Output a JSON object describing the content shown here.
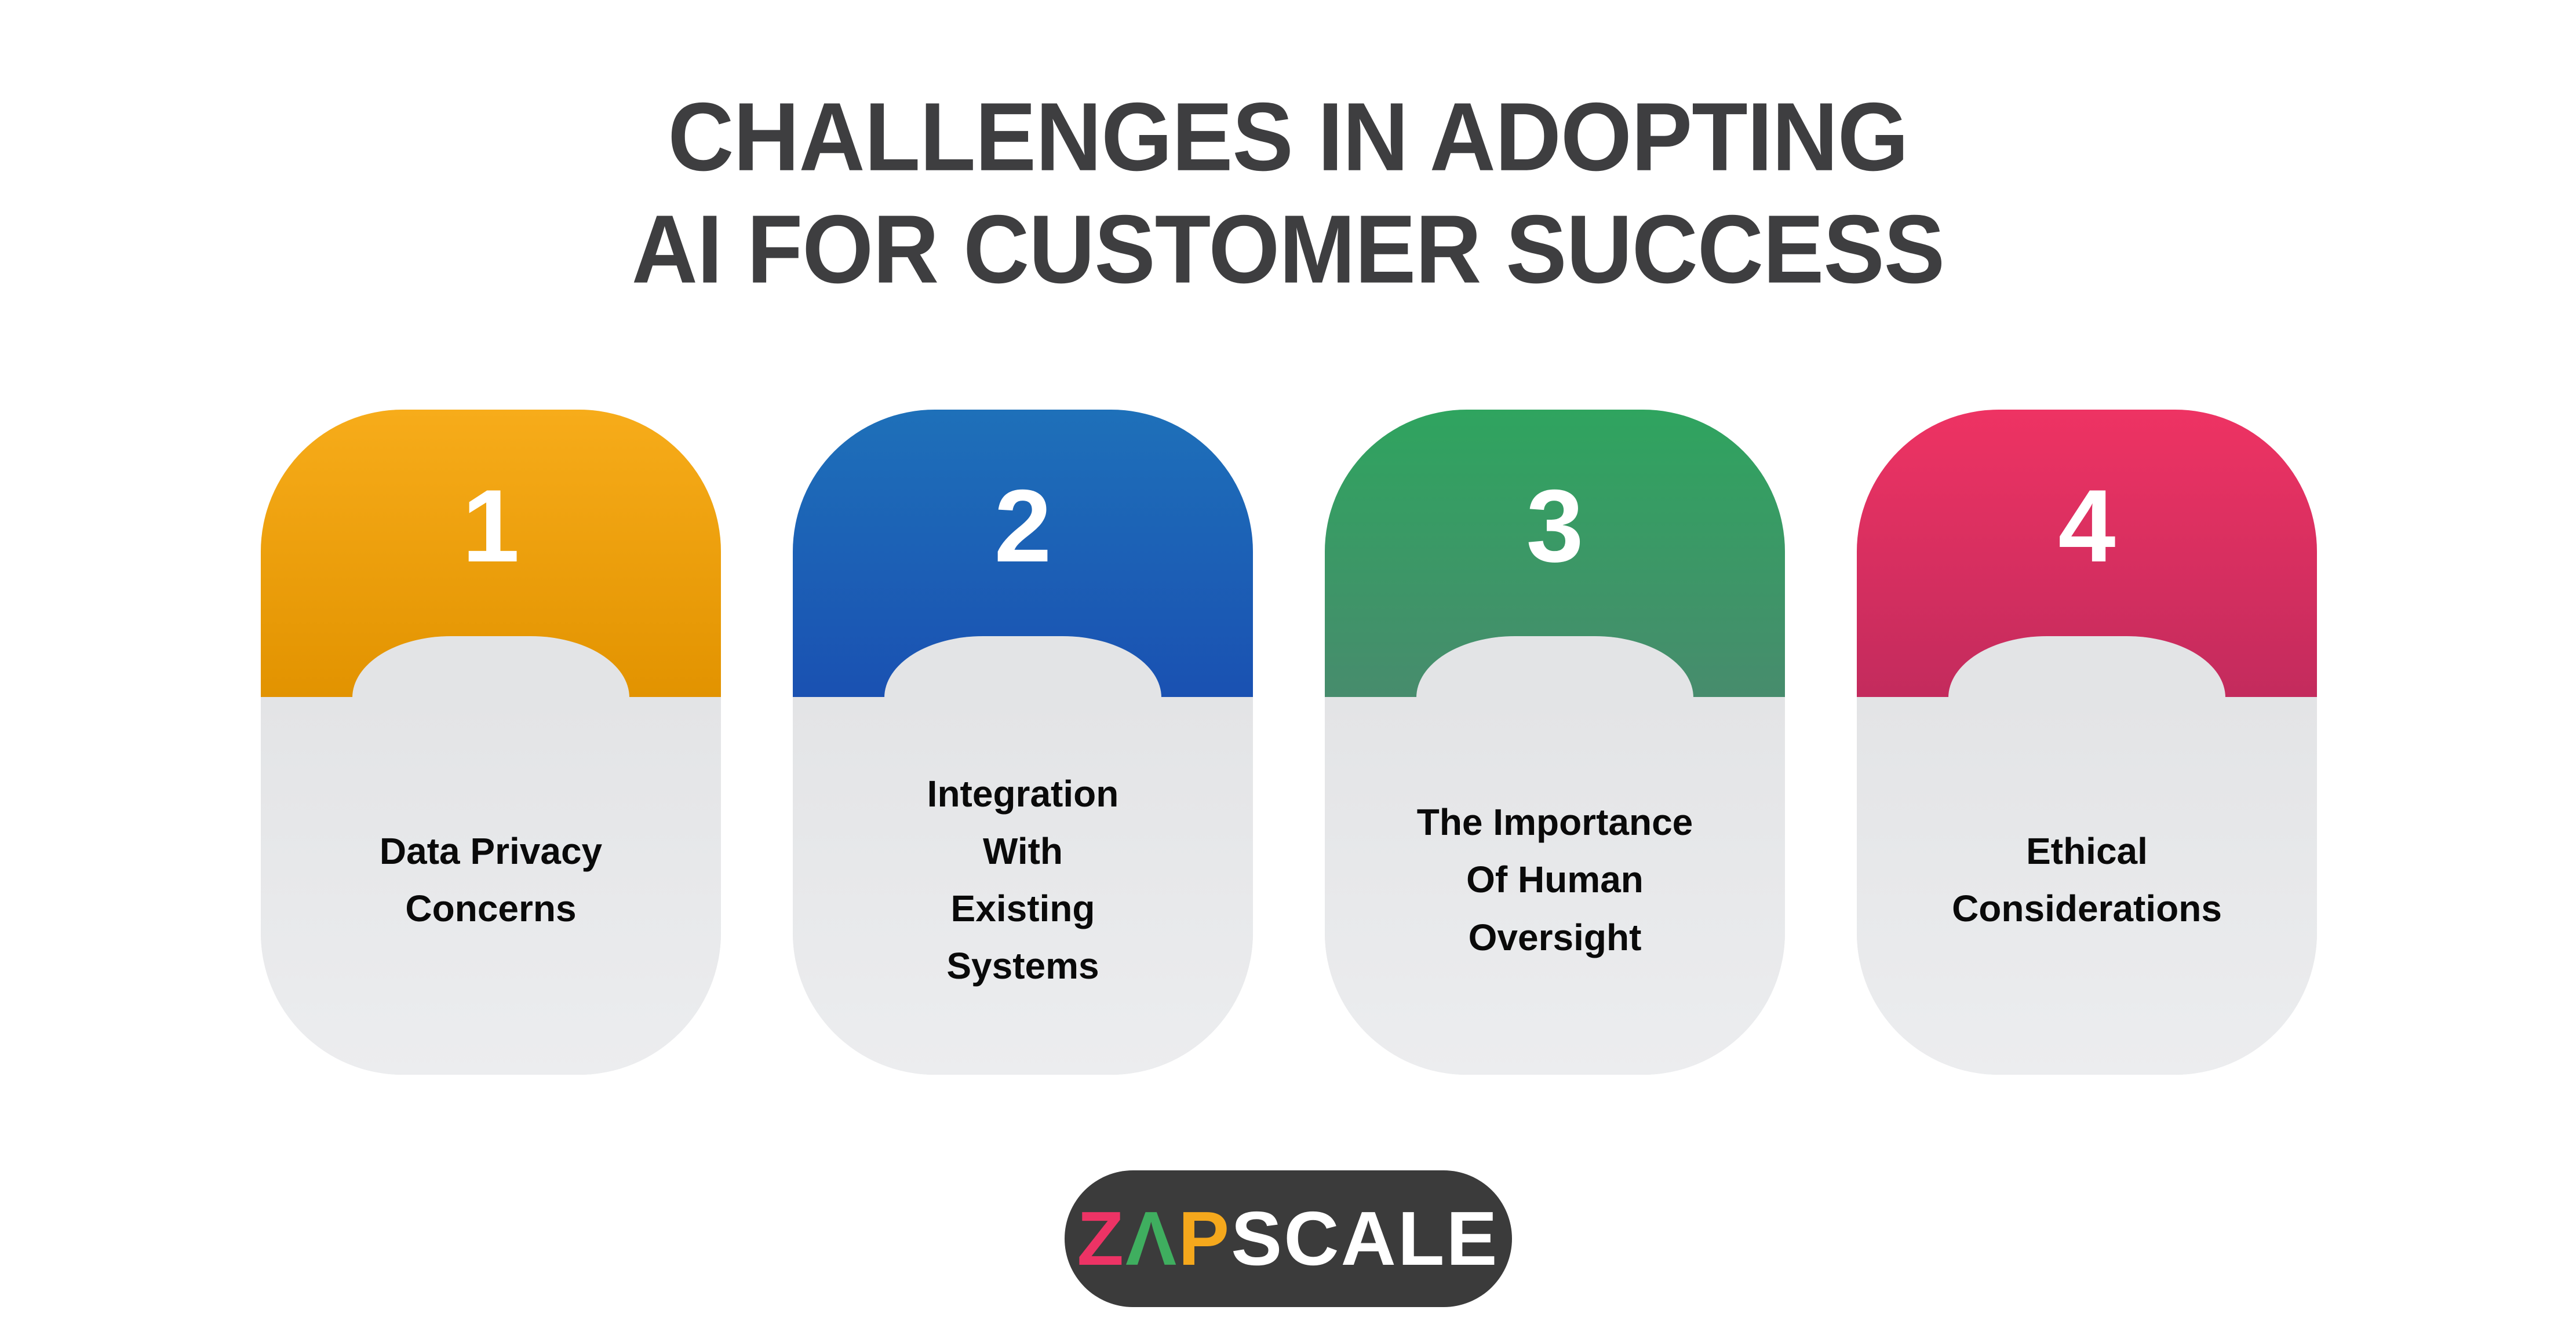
{
  "title": {
    "line1": "CHALLENGES IN ADOPTING",
    "line2": "AI FOR CUSTOMER SUCCESS",
    "color": "#3E3E40"
  },
  "cards": [
    {
      "number": "1",
      "label": "Data Privacy\nConcerns",
      "theme": "orange",
      "color_top": "#F7AC1A",
      "color_bottom": "#E29300"
    },
    {
      "number": "2",
      "label": "Integration\nWith\nExisting\nSystems",
      "theme": "blue",
      "color_top": "#1E70B9",
      "color_bottom": "#1A51B2"
    },
    {
      "number": "3",
      "label": "The Importance\nOf Human\nOversight",
      "theme": "green",
      "color_top": "#2FA45F",
      "color_bottom": "#478C6D"
    },
    {
      "number": "4",
      "label": "Ethical\nConsiderations",
      "theme": "pink",
      "color_top": "#EE3363",
      "color_bottom": "#C32B5D"
    }
  ],
  "card_body": {
    "top": "#E3E4E6",
    "bottom": "#ECEDEF",
    "number_color": "#FFFFFF",
    "label_color": "#0A0A0A"
  },
  "logo": {
    "background": "#3B3B3B",
    "letters": [
      {
        "char": "Z",
        "color": "#ED3365"
      },
      {
        "char": "Λ",
        "color": "#3FAE5F"
      },
      {
        "char": "P",
        "color": "#F5A81C"
      },
      {
        "char": "SCALE",
        "color": "#FFFFFF"
      }
    ]
  }
}
